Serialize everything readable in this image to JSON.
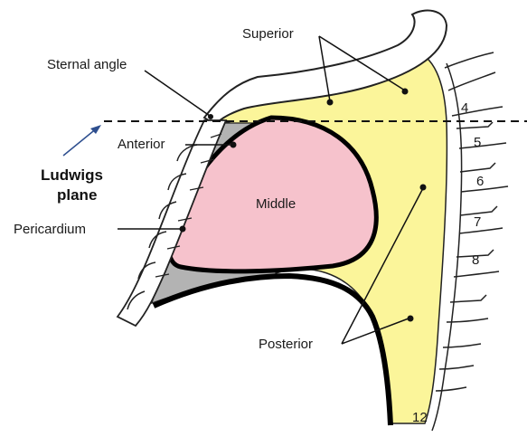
{
  "labels": {
    "superior": "Superior",
    "sternal_angle": "Sternal angle",
    "anterior": "Anterior",
    "ludwigs_line1": "Ludwigs",
    "ludwigs_line2": "plane",
    "middle": "Middle",
    "pericardium": "Pericardium",
    "posterior": "Posterior"
  },
  "vertebrae": [
    "4",
    "5",
    "6",
    "7",
    "8",
    "12"
  ],
  "colors": {
    "mediastinum_yellow": "#fbf59a",
    "middle_pink": "#f6c2cc",
    "anterior_gray": "#b3b3b3",
    "outline": "#000000",
    "ludwig_arrow": "#2e4f8f"
  }
}
